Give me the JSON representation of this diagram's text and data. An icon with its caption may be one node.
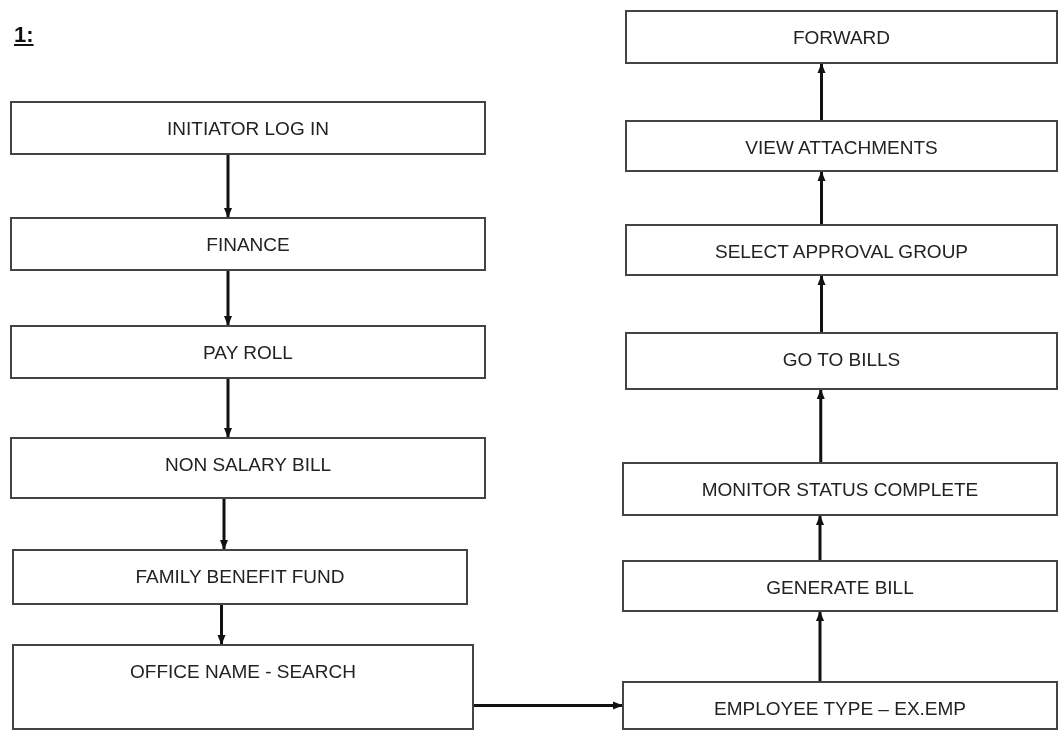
{
  "diagram": {
    "title": "1:",
    "nodes": [
      {
        "text": [
          "INITIATOR LOG IN"
        ]
      },
      {
        "text": [
          "FINANCE"
        ]
      },
      {
        "text": [
          "PAY ROLL"
        ]
      },
      {
        "text": [
          "NON SALARY BILL"
        ]
      },
      {
        "text": [
          "FAMILY BENEFIT FUND"
        ]
      },
      {
        "text": [
          "OFFICE NAME - SEARCH"
        ]
      },
      {
        "text": [
          "EMPLOYEE TYPE – EX.EMP"
        ]
      },
      {
        "text": [
          "GENERATE BILL"
        ]
      },
      {
        "text": [
          "MONITOR STATUS COMPLETE"
        ]
      },
      {
        "text": [
          "GO TO BILLS"
        ]
      },
      {
        "text": [
          "SELECT APPROVAL GROUP"
        ]
      },
      {
        "text": [
          "VIEW ATTACHMENTS"
        ]
      },
      {
        "text": [
          "FORWARD"
        ]
      }
    ],
    "edges": [
      {
        "from": 0,
        "to": 1,
        "arrow": "to"
      },
      {
        "from": 1,
        "to": 2,
        "arrow": "to"
      },
      {
        "from": 2,
        "to": 3,
        "arrow": "to"
      },
      {
        "from": 3,
        "to": 4,
        "arrow": "to"
      },
      {
        "from": 4,
        "to": 5,
        "arrow": "to"
      },
      {
        "from": 5,
        "to": 6,
        "arrow": "to"
      },
      {
        "from": 6,
        "to": 7,
        "arrow": "to"
      },
      {
        "from": 7,
        "to": 8,
        "arrow": "to"
      },
      {
        "from": 8,
        "to": 9,
        "arrow": "to"
      },
      {
        "from": 9,
        "to": 10,
        "arrow": "to"
      },
      {
        "from": 10,
        "to": 11,
        "arrow": "to"
      },
      {
        "from": 11,
        "to": 12,
        "arrow": "to"
      }
    ]
  }
}
